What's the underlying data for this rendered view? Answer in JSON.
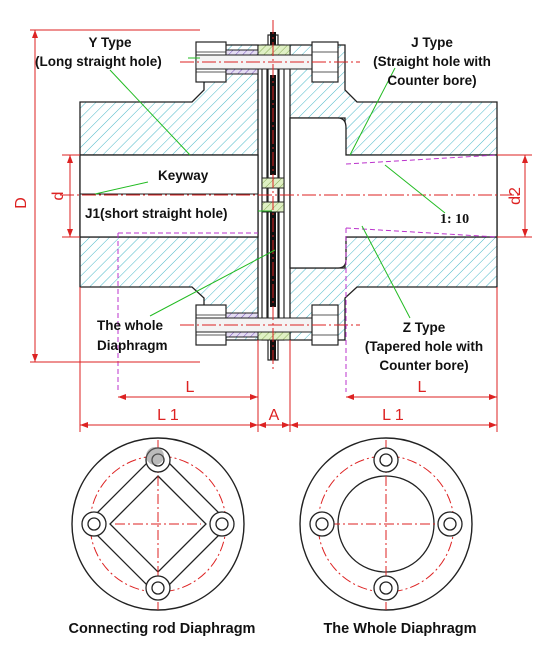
{
  "labels": {
    "y_type_title": "Y Type",
    "y_type_desc": "(Long straight hole)",
    "j_type_title": "J Type",
    "j_type_desc1": "(Straight hole with",
    "j_type_desc2": "Counter bore)",
    "keyway": "Keyway",
    "j1_type": "J1(short straight hole)",
    "ratio": "1: 10",
    "whole_diaphragm1": "The whole",
    "whole_diaphragm2": "Diaphragm",
    "z_type_title": "Z Type",
    "z_type_desc1": "(Tapered hole with",
    "z_type_desc2": "Counter bore)"
  },
  "dimensions": {
    "D": "D",
    "d": "d",
    "d2": "d2",
    "L_left": "L",
    "L_right": "L",
    "L1_left": "L 1",
    "L1_right": "L 1",
    "A": "A"
  },
  "captions": {
    "left": "Connecting rod Diaphragm",
    "right": "The Whole Diaphragm"
  },
  "colors": {
    "hatch": "#4ab8c8",
    "outline": "#222222",
    "dimension": "#dd2222",
    "leader": "#22bb22",
    "taper": "#bb33cc",
    "bolt_hatch": "#9966cc",
    "bolt_fill": "#dddddd",
    "spacer": "#cfe8a8"
  }
}
